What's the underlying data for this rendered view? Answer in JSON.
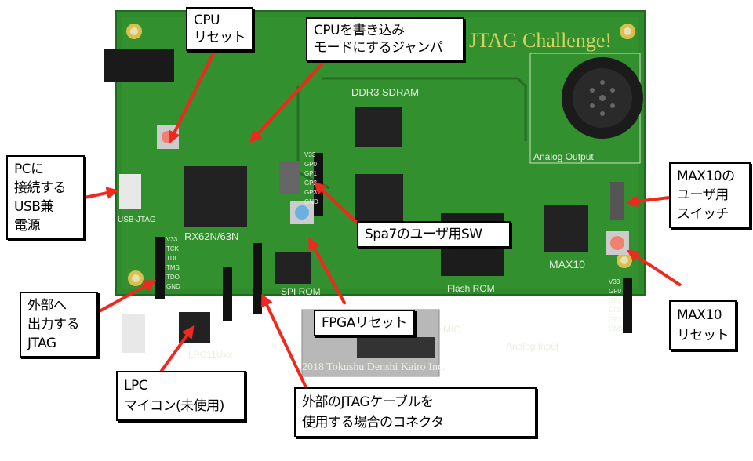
{
  "board_labels": {
    "title": "JTAG Challenge!",
    "ddr": "DDR3 SDRAM",
    "cpu": "RX62N/63N",
    "usb": "USB-JTAG",
    "max10": "MAX10",
    "flash": "Flash ROM",
    "spi": "SPI ROM",
    "lpc": "LPC11Uxx",
    "analog_out": "Analog Output",
    "analog_in": "Analog Input",
    "mic": "MIC",
    "copyright": "2018 Tokushu Denshi Kairo Inc.",
    "pins_left": [
      "V33",
      "TCK",
      "TDI",
      "TMS",
      "TDO",
      "GND"
    ],
    "pins_mid": [
      "V33",
      "GP0",
      "GP1",
      "GP2",
      "GP3",
      "GND"
    ],
    "pins_right": [
      "V33",
      "GP0",
      "GP1",
      "GP2",
      "GP3",
      "GND"
    ]
  },
  "callouts": {
    "cpu_reset": "CPU\nリセット",
    "cpu_write_jumper": "CPUを書き込み\nモードにするジャンパ",
    "usb_power": "PCに\n接続する\nUSB兼\n電源",
    "max10_switch": "MAX10の\nユーザ用\nスイッチ",
    "spartan_sw": "Spa7のユーザ用SW",
    "jtag_out": "外部へ\n出力する\nJTAG",
    "fpga_reset": "FPGAリセット",
    "max10_reset": "MAX10\nリセット",
    "lpc_mcu": "LPC\nマイコン(未使用)",
    "ext_jtag_connector": "外部のJTAGケーブルを\n使用する場合のコネクタ"
  },
  "colors": {
    "board": "#2f8a2c",
    "arrow": "#f0281e",
    "silk": "#e0e8d0",
    "title": "#d8d060"
  }
}
